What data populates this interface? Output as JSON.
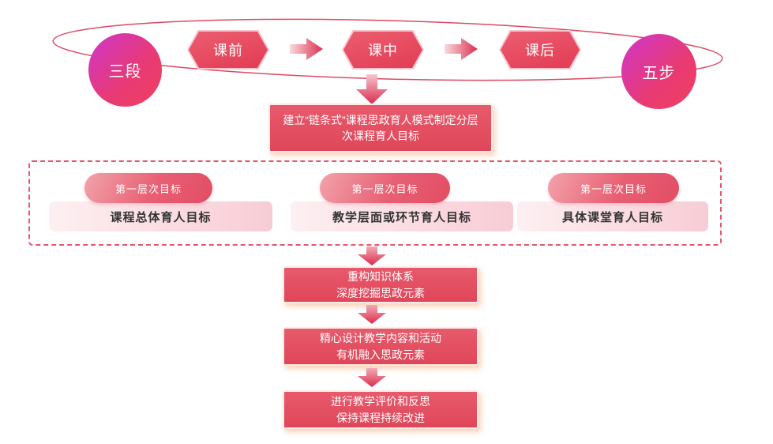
{
  "diagram": {
    "left_badge": "三段",
    "right_badge": "五步",
    "stages": [
      "课前",
      "课中",
      "课后"
    ],
    "goal_box": {
      "line1": "建立“链条式”课程思政育人模式制定分层",
      "line2": "次课程育人目标"
    },
    "tiers": [
      {
        "label": "第一层次目标",
        "target": "课程总体育人目标"
      },
      {
        "label": "第一层次目标",
        "target": "教学层面或环节育人目标"
      },
      {
        "label": "第一层次目标",
        "target": "具体课堂育人目标"
      }
    ],
    "steps": [
      {
        "line1": "重构知识体系",
        "line2": "深度挖掘思政元素"
      },
      {
        "line1": "精心设计教学内容和活动",
        "line2": "有机融入思政元素"
      },
      {
        "line1": "进行教学评价和反思",
        "line2": "保持课程持续改进"
      }
    ],
    "colors": {
      "primary_red": "#e24d60",
      "badge_gradient_start": "#cf36cb",
      "badge_gradient_end": "#f04062",
      "light_pink_panel": "#f8ccd5",
      "dashed_border": "#e4576e",
      "orbit_stroke": "#dc4a62"
    }
  }
}
